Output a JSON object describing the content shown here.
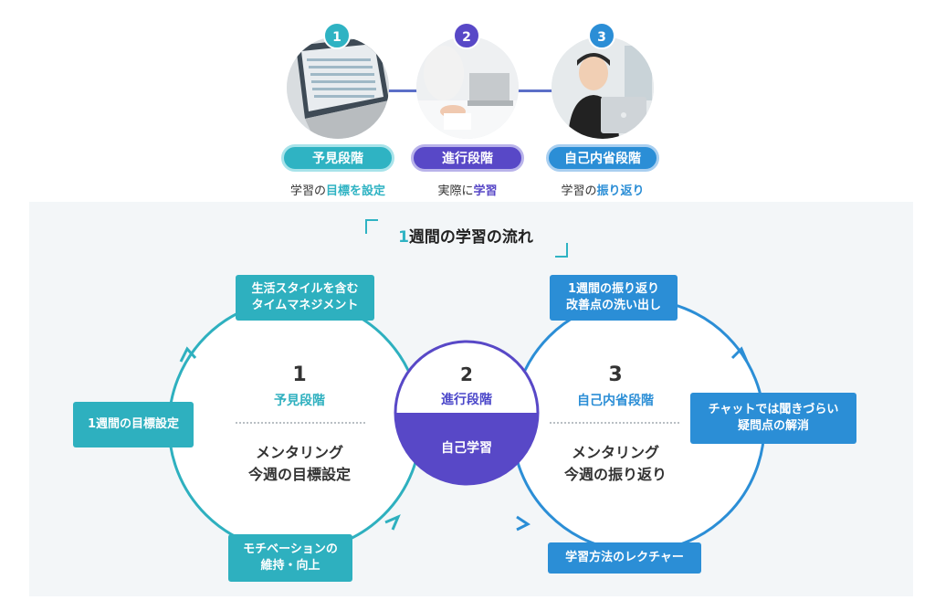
{
  "steps": [
    {
      "num": "1",
      "label": "予見段階",
      "sub_a": "学習の",
      "sub_b": "目標を設定",
      "sub_c": "",
      "color": "#2fb3c3"
    },
    {
      "num": "2",
      "label": "進行段階",
      "sub_a": "実際に",
      "sub_b": "学習",
      "sub_c": "",
      "color": "#5848c7"
    },
    {
      "num": "3",
      "label": "自己内省段階",
      "sub_a": "学習の",
      "sub_b": "振り返り",
      "sub_c": "",
      "color": "#2b8ed6"
    }
  ],
  "panel": {
    "title_num": "1",
    "title_rest": "週間の学習の流れ"
  },
  "left_cycle": {
    "num": "1",
    "name": "予見段階",
    "desc_1": "メンタリング",
    "desc_2": "今週の目標設定",
    "boxes": {
      "top_1": "生活スタイルを含む",
      "top_2": "タイムマネジメント",
      "left": "1週間の目標設定",
      "bottom_1": "モチベーションの",
      "bottom_2": "維持・向上"
    }
  },
  "center": {
    "num": "2",
    "name": "進行段階",
    "bottom": "自己学習"
  },
  "right_cycle": {
    "num": "3",
    "name": "自己内省段階",
    "desc_1": "メンタリング",
    "desc_2": "今週の振り返り",
    "boxes": {
      "top_1": "1週間の振り返り",
      "top_2": "改善点の洗い出し",
      "right_1": "チャットでは聞きづらい",
      "right_2": "疑問点の解消",
      "bottom": "学習方法のレクチャー"
    }
  },
  "colors": {
    "teal": "#2eb0bf",
    "purple": "#5848c7",
    "blue": "#2b8ed6",
    "panel_bg": "#f3f6f8"
  }
}
